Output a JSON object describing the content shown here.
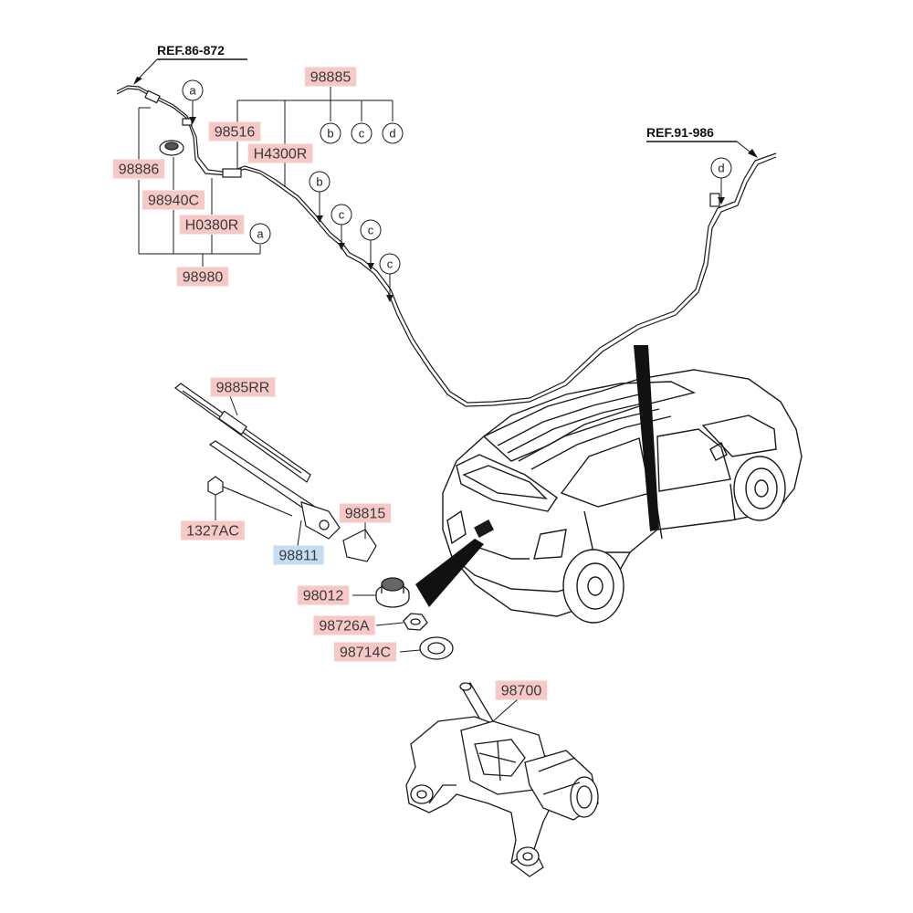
{
  "colors": {
    "label_fill": "#f6c9c7",
    "label_fill_highlight": "#c6dcf3",
    "label_text": "#3a3a3a",
    "line": "#1a1a1a",
    "page_bg": "#ffffff"
  },
  "refs": {
    "ref_86_872": "REF.86-872",
    "ref_91_986": "REF.91-986"
  },
  "parts": {
    "p98885": "98885",
    "p98516": "98516",
    "h4300r": "H4300R",
    "p98886": "98886",
    "p98940c": "98940C",
    "h0380r": "H0380R",
    "p98980": "98980",
    "p9885rr": "9885RR",
    "p98815": "98815",
    "p1327ac": "1327AC",
    "p98811": "98811",
    "p98012": "98012",
    "p98726a": "98726A",
    "p98714c": "98714C",
    "p98700": "98700"
  },
  "connectors": {
    "a": "a",
    "b": "b",
    "c": "c",
    "d": "d"
  }
}
